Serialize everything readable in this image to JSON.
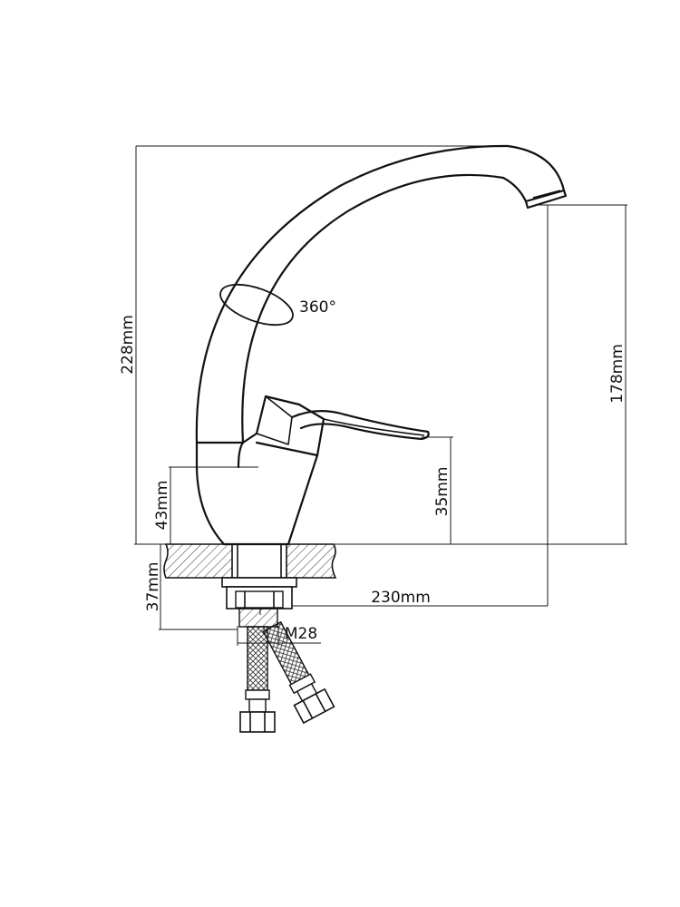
{
  "dimensions": {
    "total_height": "228mm",
    "spout_height": "178mm",
    "base_height": "43mm",
    "lever_height": "35mm",
    "below_counter": "37mm",
    "reach": "230mm",
    "thread": "M28",
    "rotation": "360°"
  },
  "colors": {
    "line": "#111111",
    "background": "#ffffff"
  }
}
